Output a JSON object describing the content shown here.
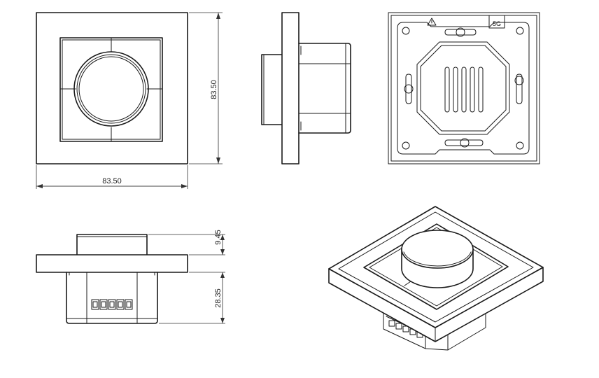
{
  "dimensions": {
    "front_height": "83.50",
    "front_width": "83.50",
    "knob_height": "9.45",
    "body_depth": "28.35"
  },
  "back_view": {
    "mark_text": "5G"
  }
}
